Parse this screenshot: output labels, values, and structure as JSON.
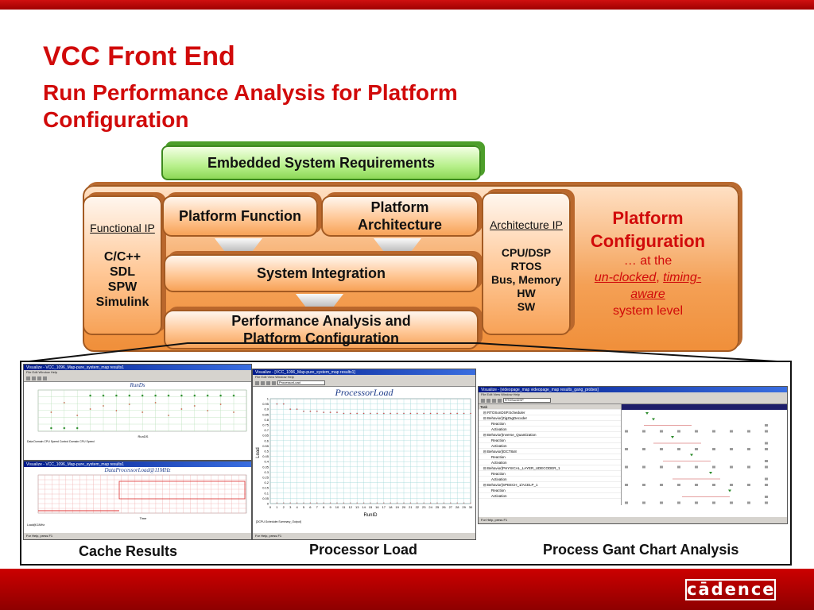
{
  "slide": {
    "title": "VCC Front End",
    "subtitle": "Run Performance Analysis for Platform Configuration",
    "colors": {
      "brand_red": "#d10a0a",
      "orange": "#f4a055",
      "green": "#9be06a"
    }
  },
  "diagram": {
    "requirements": "Embedded System Requirements",
    "functional_ip": {
      "heading": "Functional IP",
      "items": [
        "C/C++",
        "SDL",
        "SPW",
        "Simulink"
      ]
    },
    "platform_function": "Platform Function",
    "platform_architecture": "Platform Architecture",
    "system_integration": "System Integration",
    "performance_analysis": "Performance Analysis and Platform Configuration",
    "architecture_ip": {
      "heading": "Architecture IP",
      "items": [
        "CPU/DSP",
        "RTOS",
        "Bus, Memory",
        "HW",
        "SW"
      ]
    },
    "platform_configuration": {
      "heading": "Platform Configuration",
      "line1": "… at the",
      "un_clocked": "un-clocked",
      "comma": ",",
      "timing_aware": "timing-aware",
      "line3": "system level"
    }
  },
  "screenshots": {
    "cache": {
      "window_title": "Visualize - VCC_1096_Map-pure_system_map results1",
      "menu": "File  Edit  Window  Help",
      "plot1_title": "RunDs",
      "plot1_xlabel": "RunDS",
      "plot1_legend": "Data Domain CPU Speed   Control Domain CPU Speed",
      "plot2_title": "DataProcessorLoad@11MHz",
      "plot2_xlabel": "Time",
      "plot2_legend": "Load@11MHz",
      "status": "For Help, press F1"
    },
    "processor": {
      "window_title": "Visualize - [VCC_1096_Map-pure_system_map results1]",
      "menu": "File  Edit  View  Window  Help",
      "combo": "ProcessorLoad",
      "plot_title": "ProcessorLoad",
      "ylabel": "Load",
      "xlabel": "RunID",
      "yticks": [
        "1",
        "0.95",
        "0.9",
        "0.85",
        "0.8",
        "0.75",
        "0.7",
        "0.65",
        "0.6",
        "0.55",
        "0.5",
        "0.45",
        "0.4",
        "0.35",
        "0.3",
        "0.25",
        "0.2",
        "0.15",
        "0.1",
        "0.05",
        "0"
      ],
      "xticks": [
        "0",
        "1",
        "2",
        "3",
        "4",
        "5",
        "6",
        "7",
        "8",
        "9",
        "10",
        "11",
        "12",
        "13",
        "14",
        "15",
        "16",
        "17",
        "18",
        "19",
        "20",
        "21",
        "22",
        "23",
        "24",
        "25",
        "26",
        "27",
        "28",
        "29",
        "30"
      ],
      "legend": "[DCPU.Scheduler.Summary_Output]",
      "status": "For Help, press F1"
    },
    "gantt": {
      "window_title": "Visualize - [videopage_map videopage_map results_gang_probes]",
      "menu": "File  Edit  View  Window  Help",
      "combo": "RTOSonDSP",
      "task_header": "Task",
      "rows": [
        "RTOSonDSP.Scheduler",
        "Behavior[ZigZagDecoder",
        "Reaction",
        "Activation",
        "Behavior[Inverse_Quantization",
        "Reaction",
        "Activation",
        "Behavior[IDCT8x8",
        "Reaction",
        "Activation",
        "Behavior[PHYSICAL_LAYER_UDECODER_1",
        "Reaction",
        "Activation",
        "Behavior[SPEECH_1/ACELP_1",
        "Reaction",
        "Activation"
      ],
      "status": "For Help, press F1"
    }
  },
  "captions": {
    "cache": "Cache Results",
    "processor": "Processor Load",
    "gantt": "Process Gant Chart Analysis"
  },
  "logo": "cādence"
}
